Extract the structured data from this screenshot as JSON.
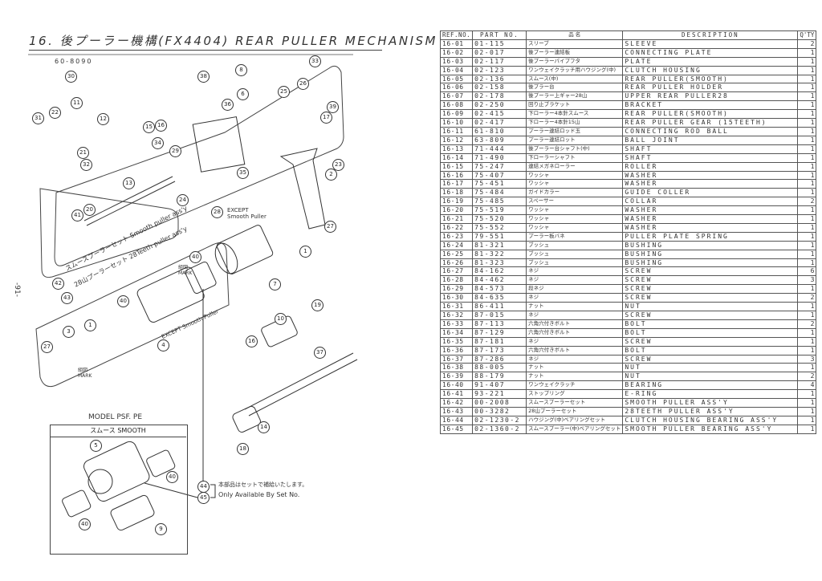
{
  "title": "16. 後プーラー機構(FX4404)  REAR PULLER MECHANISM",
  "page_number": "-91-",
  "diagram": {
    "assembly_number": "60-8090",
    "except_smooth_1": "EXCEPT",
    "except_smooth_1b": "Smooth Puller",
    "except_smooth_2": "EXCEPT Smooth Puller",
    "mark_1": "組図 MARK",
    "mark_2": "組図 MARK",
    "set_42": "スムースプーラーセット Smooth puller ass'y",
    "set_43": "28山プーラーセット 28Teeth puller ass'y",
    "model_label": "MODEL PSF. PE",
    "smooth_box_title": "スムース SMOOTH",
    "note_jp": "本部品はセットで補給いたします。",
    "note_en": "Only Available By Set No.",
    "callouts": [
      "30",
      "11",
      "12",
      "22",
      "31",
      "21",
      "32",
      "15",
      "16",
      "38",
      "33",
      "8",
      "6",
      "36",
      "25",
      "26",
      "39",
      "17",
      "34",
      "29",
      "35",
      "24",
      "2",
      "23",
      "13",
      "41",
      "20",
      "42",
      "43",
      "28",
      "27",
      "1",
      "40",
      "7",
      "40",
      "19",
      "3",
      "1",
      "27",
      "4",
      "10",
      "16",
      "37",
      "14",
      "18",
      "5",
      "40",
      "40",
      "9",
      "44",
      "45"
    ]
  },
  "table": {
    "headers": [
      "REF.NO.",
      "PART NO.",
      "品 名",
      "DESCRIPTION",
      "Q'TY"
    ],
    "rows": [
      [
        "16-01",
        "01-115",
        "スリーブ",
        "SLEEVE",
        "2"
      ],
      [
        "16-02",
        "02-017",
        "後プーラー連結板",
        "CONNECTING PLATE",
        "1"
      ],
      [
        "16-03",
        "02-117",
        "後プーラーパイプフタ",
        "PLATE",
        "1"
      ],
      [
        "16-04",
        "02-123",
        "ワンウェイクラッチ用ハウジング(中)",
        "CLUTCH HOUSING",
        "1"
      ],
      [
        "16-05",
        "02-136",
        "スムース(中)",
        "REAR PULLER(SMOOTH)",
        "1"
      ],
      [
        "16-06",
        "02-158",
        "後プラー台",
        "REAR PULLER HOLDER",
        "1"
      ],
      [
        "16-07",
        "02-178",
        "後プーラー上ギャー28山",
        "UPPER REAR PULLER28",
        "1"
      ],
      [
        "16-08",
        "02-250",
        "回り止ブラケット",
        "BRACKET",
        "1"
      ],
      [
        "16-09",
        "02-415",
        "下ローラー4本針スムース",
        "REAR PULLER(SMOOTH)",
        "1"
      ],
      [
        "16-10",
        "02-417",
        "下ローラー4本針15山",
        "REAR PULLER GEAR (15TEETH)",
        "1"
      ],
      [
        "16-11",
        "61-810",
        "プーラー連結ロッド玉",
        "CONNECTING ROD BALL",
        "1"
      ],
      [
        "16-12",
        "63-809",
        "プーラー連結ロット",
        "BALL JOINT",
        "1"
      ],
      [
        "16-13",
        "71-444",
        "後プーラー台シャフト(中)",
        "SHAFT",
        "1"
      ],
      [
        "16-14",
        "71-490",
        "下ローラーシャフト",
        "SHAFT",
        "1"
      ],
      [
        "16-15",
        "75-247",
        "連結メガネローラー",
        "ROLLER",
        "1"
      ],
      [
        "16-16",
        "75-407",
        "ワッシャ",
        "WASHER",
        "1"
      ],
      [
        "16-17",
        "75-451",
        "ワッシャ",
        "WASHER",
        "1"
      ],
      [
        "16-18",
        "75-484",
        "ガイドカラー",
        "GUIDE COLLER",
        "1"
      ],
      [
        "16-19",
        "75-485",
        "スペーサー",
        "COLLAR",
        "2"
      ],
      [
        "16-20",
        "75-519",
        "ワッシャ",
        "WASHER",
        "1"
      ],
      [
        "16-21",
        "75-520",
        "ワッシャ",
        "WASHER",
        "1"
      ],
      [
        "16-22",
        "75-552",
        "ワッシャ",
        "WASHER",
        "1"
      ],
      [
        "16-23",
        "79-551",
        "プーラー板バネ",
        "PULLER PLATE SPRING",
        "1"
      ],
      [
        "16-24",
        "81-321",
        "ブッシュ",
        "BUSHING",
        "1"
      ],
      [
        "16-25",
        "81-322",
        "ブッシュ",
        "BUSHING",
        "1"
      ],
      [
        "16-26",
        "81-323",
        "ブッシュ",
        "BUSHING",
        "1"
      ],
      [
        "16-27",
        "84-162",
        "ネジ",
        "SCREW",
        "6"
      ],
      [
        "16-28",
        "84-462",
        "ネジ",
        "SCREW",
        "3"
      ],
      [
        "16-29",
        "84-573",
        "段ネジ",
        "SCREW",
        "1"
      ],
      [
        "16-30",
        "84-635",
        "ネジ",
        "SCREW",
        "2"
      ],
      [
        "16-31",
        "86-411",
        "ナット",
        "NUT",
        "1"
      ],
      [
        "16-32",
        "87-015",
        "ネジ",
        "SCREW",
        "1"
      ],
      [
        "16-33",
        "87-113",
        "六角穴付きボルト",
        "BOLT",
        "2"
      ],
      [
        "16-34",
        "87-129",
        "六角穴付きボルト",
        "BOLT",
        "1"
      ],
      [
        "16-35",
        "87-181",
        "ネジ",
        "SCREW",
        "1"
      ],
      [
        "16-36",
        "87-173",
        "六角穴付きボルト",
        "BOLT",
        "1"
      ],
      [
        "16-37",
        "87-286",
        "ネジ",
        "SCREW",
        "3"
      ],
      [
        "16-38",
        "88-005",
        "ナット",
        "NUT",
        "1"
      ],
      [
        "16-39",
        "88-179",
        "ナット",
        "NUT",
        "2"
      ],
      [
        "16-40",
        "91-407",
        "ワンウェイクラッチ",
        "BEARING",
        "4"
      ],
      [
        "16-41",
        "93-221",
        "ストップリング",
        "E-RING",
        "1"
      ],
      [
        "16-42",
        "00-2008",
        "スムースプーラーセット",
        "SMOOTH PULLER ASS'Y",
        "1"
      ],
      [
        "16-43",
        "00-3282",
        "28山プーラーセット",
        "28TEETH PULLER ASS'Y",
        "1"
      ],
      [
        "16-44",
        "02-1230-2",
        "ハウジング(中)ベアリングセット",
        "CLUTCH HOUSING BEARING ASS'Y",
        "1"
      ],
      [
        "16-45",
        "02-1360-2",
        "スムースプーラー(中)ベアリングセット",
        "SMOOTH PULLER BEARING ASS'Y",
        "1"
      ]
    ]
  }
}
